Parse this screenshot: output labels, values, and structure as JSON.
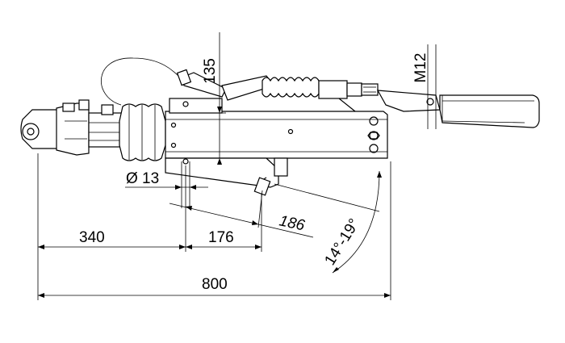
{
  "dimensions": {
    "d135": "135",
    "m12": "M12",
    "dia13": "Ø 13",
    "d340": "340",
    "d176": "176",
    "d186": "186",
    "d800": "800",
    "angle": "14°-19°"
  }
}
